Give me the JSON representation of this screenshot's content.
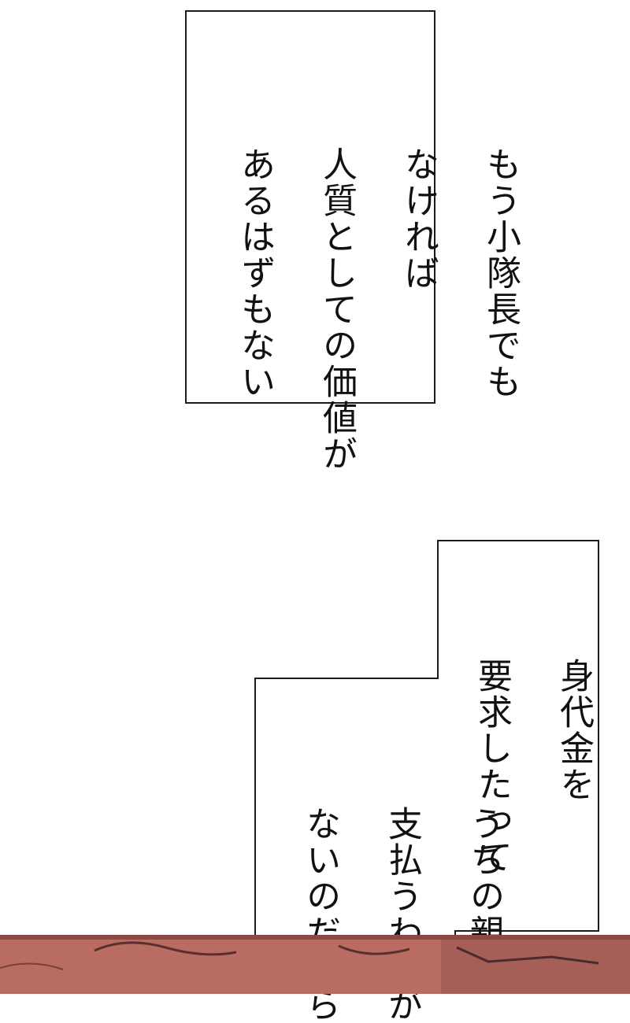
{
  "panel1": {
    "lines": [
      "もう小隊長でも",
      "なければ",
      "人質としての価値が",
      "あるはずもない"
    ]
  },
  "panel2": {
    "lines": [
      "身代金を",
      "要求したって"
    ]
  },
  "panel3": {
    "lines": [
      "うちの親が",
      "支払うわけが",
      "ないのだから"
    ]
  },
  "colors": {
    "background": "#ffffff",
    "border": "#1a1a1a",
    "scene_floor": "#b76a5f",
    "scene_dark": "#4a2a2a"
  }
}
